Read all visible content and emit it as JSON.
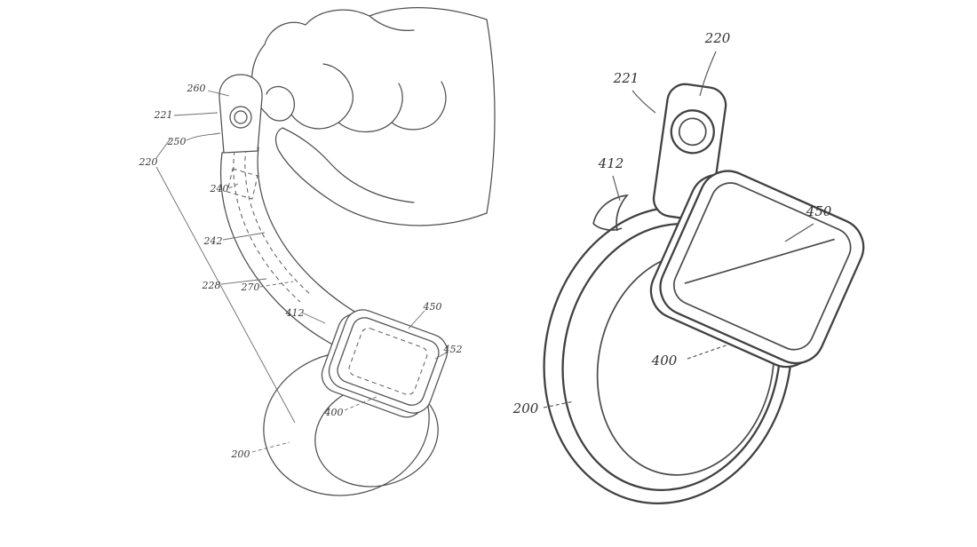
{
  "appearance": {
    "background": "#ffffff",
    "line_color": "#4a4a4a",
    "label_color": "#383838"
  },
  "figure_left": {
    "labels": {
      "l260": "260",
      "l221": "221",
      "l250": "250",
      "l220": "220",
      "l240": "240",
      "l242": "242",
      "l228": "228",
      "l270": "270",
      "l412": "412",
      "l450": "450",
      "l452": "452",
      "l400": "400",
      "l200": "200"
    }
  },
  "figure_right": {
    "labels": {
      "r220": "220",
      "r221": "221",
      "r412": "412",
      "r450": "450",
      "r400": "400",
      "r200": "200"
    }
  }
}
